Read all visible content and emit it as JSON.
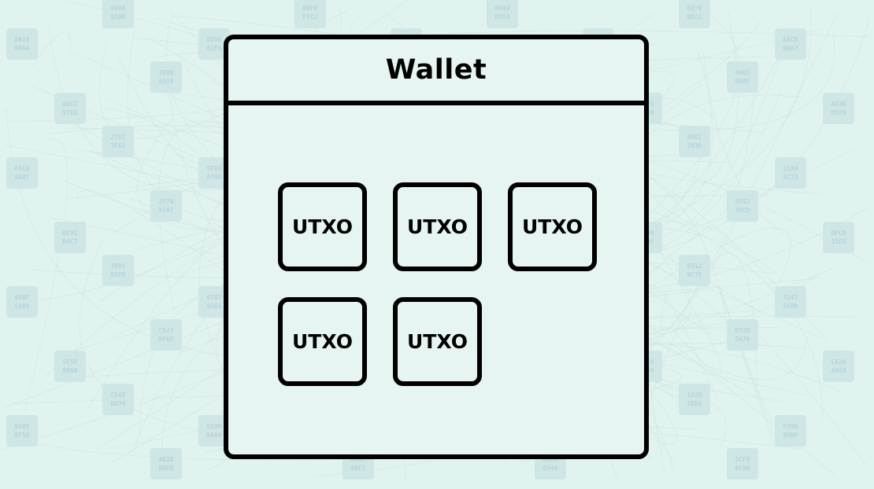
{
  "wallet": {
    "title": "Wallet",
    "utxos": [
      "UTXO",
      "UTXO",
      "UTXO",
      "UTXO",
      "UTXO"
    ]
  },
  "colors": {
    "background": "#e1f3ee",
    "box_fill": "#e6f5f2",
    "stroke": "#000000"
  }
}
